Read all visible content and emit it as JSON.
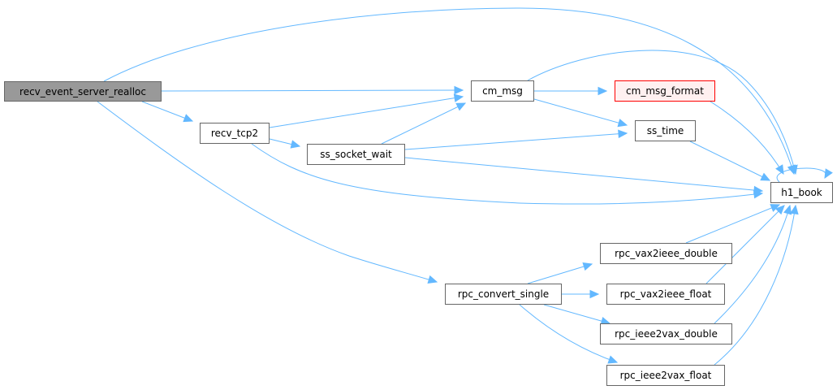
{
  "nodes": {
    "recv_event_server_realloc": "recv_event_server_realloc",
    "recv_tcp2": "recv_tcp2",
    "ss_socket_wait": "ss_socket_wait",
    "cm_msg": "cm_msg",
    "cm_msg_format": "cm_msg_format",
    "ss_time": "ss_time",
    "h1_book": "h1_book",
    "rpc_convert_single": "rpc_convert_single",
    "rpc_vax2ieee_double": "rpc_vax2ieee_double",
    "rpc_vax2ieee_float": "rpc_vax2ieee_float",
    "rpc_ieee2vax_double": "rpc_ieee2vax_double",
    "rpc_ieee2vax_float": "rpc_ieee2vax_float"
  },
  "edges": [
    [
      "recv_event_server_realloc",
      "h1_book"
    ],
    [
      "recv_event_server_realloc",
      "cm_msg"
    ],
    [
      "recv_event_server_realloc",
      "recv_tcp2"
    ],
    [
      "recv_event_server_realloc",
      "rpc_convert_single"
    ],
    [
      "recv_tcp2",
      "cm_msg"
    ],
    [
      "recv_tcp2",
      "ss_socket_wait"
    ],
    [
      "recv_tcp2",
      "h1_book"
    ],
    [
      "ss_socket_wait",
      "cm_msg"
    ],
    [
      "ss_socket_wait",
      "ss_time"
    ],
    [
      "ss_socket_wait",
      "h1_book"
    ],
    [
      "cm_msg",
      "cm_msg_format"
    ],
    [
      "cm_msg",
      "ss_time"
    ],
    [
      "cm_msg",
      "h1_book"
    ],
    [
      "cm_msg_format",
      "h1_book"
    ],
    [
      "ss_time",
      "h1_book"
    ],
    [
      "h1_book",
      "h1_book"
    ],
    [
      "rpc_convert_single",
      "rpc_vax2ieee_double"
    ],
    [
      "rpc_convert_single",
      "rpc_vax2ieee_float"
    ],
    [
      "rpc_convert_single",
      "rpc_ieee2vax_double"
    ],
    [
      "rpc_convert_single",
      "rpc_ieee2vax_float"
    ],
    [
      "rpc_vax2ieee_double",
      "h1_book"
    ],
    [
      "rpc_vax2ieee_float",
      "h1_book"
    ],
    [
      "rpc_ieee2vax_double",
      "h1_book"
    ],
    [
      "rpc_ieee2vax_float",
      "h1_book"
    ]
  ],
  "colors": {
    "edge": "#63b8ff",
    "root_fill": "#999999",
    "node_border": "#666666",
    "highlight_border": "#ff0000",
    "highlight_fill": "#fff0f0"
  }
}
